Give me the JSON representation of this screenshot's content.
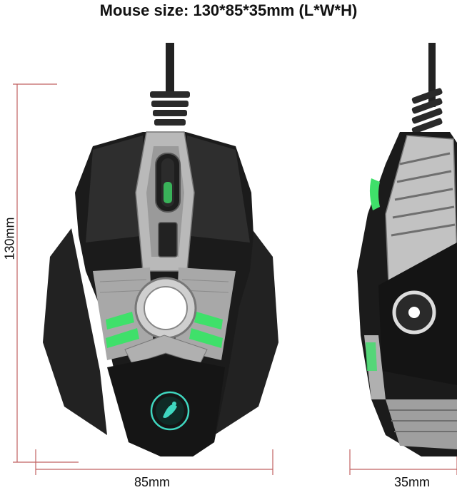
{
  "header": {
    "title": "Mouse size: 130*85*35mm (L*W*H)"
  },
  "dimensions": {
    "length_label": "130mm",
    "width_label": "85mm",
    "height_label": "35mm"
  },
  "colors": {
    "dimension_line": "#c06060",
    "body": "#1b1b1b",
    "metal": "#b9b9b9",
    "led": "#3fe06a",
    "logo": "#3fd7c0"
  },
  "icons": {
    "logo": "scorpion-icon"
  }
}
